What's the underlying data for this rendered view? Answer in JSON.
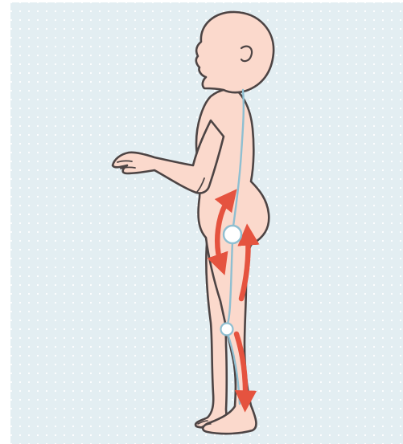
{
  "figure": {
    "colors": {
      "background_panel": "#e3eef2",
      "dot_grid": "#ffffff",
      "skin": "#fbd9cc",
      "outline": "#4d4444",
      "alignment_line": "#8fbfd1",
      "arrows": "#e5533f",
      "joint_fill": "#ffffff"
    },
    "icons": {
      "hip_joint": "circle",
      "knee_joint": "circle",
      "curved_arrows": "double-headed-arrow"
    }
  }
}
